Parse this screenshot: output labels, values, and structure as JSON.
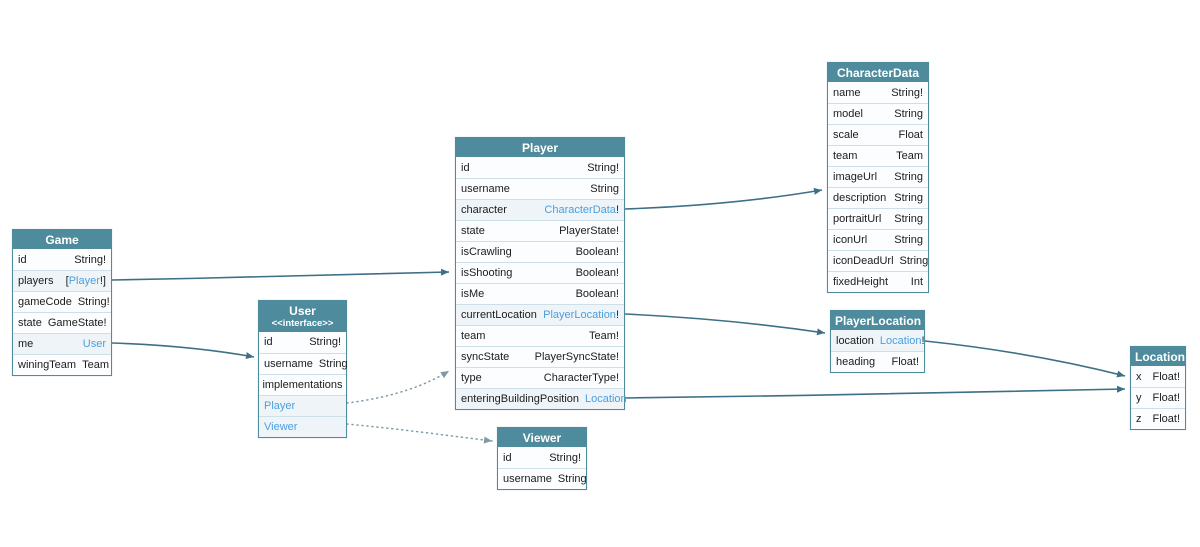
{
  "diagram": {
    "kind": "graphql-schema-diagram",
    "colors": {
      "header_teal": "#4e8c9d",
      "link_blue": "#4aa0e0",
      "arrow_solid": "#3d7086",
      "arrow_dotted": "#7d9aa6",
      "row_background": "#fbfdfe",
      "row_highlight": "#eef4f7",
      "row_divider": "#cddfe7"
    }
  },
  "tables": {
    "game": {
      "title": "Game",
      "subtitle": "",
      "rows": [
        {
          "name": "id",
          "type": [
            {
              "t": "String!"
            }
          ]
        },
        {
          "name": "players",
          "hl": true,
          "type": [
            {
              "t": "["
            },
            {
              "t": "Player",
              "link": true
            },
            {
              "t": "!]"
            }
          ]
        },
        {
          "name": "gameCode",
          "type": [
            {
              "t": "String!"
            }
          ]
        },
        {
          "name": "state",
          "type": [
            {
              "t": "GameState!"
            }
          ]
        },
        {
          "name": "me",
          "hl": true,
          "type": [
            {
              "t": "User",
              "link": true
            }
          ]
        },
        {
          "name": "winingTeam",
          "type": [
            {
              "t": "Team"
            }
          ]
        }
      ]
    },
    "user": {
      "title": "User",
      "subtitle": "<<interface>>",
      "rows": [
        {
          "name": "id",
          "type": [
            {
              "t": "String!"
            }
          ]
        },
        {
          "name": "username",
          "type": [
            {
              "t": "String"
            }
          ]
        },
        {
          "name": "implementations",
          "center": true,
          "type": []
        },
        {
          "name": "Player",
          "nameLink": true,
          "hl": true,
          "type": []
        },
        {
          "name": "Viewer",
          "nameLink": true,
          "hl": true,
          "type": []
        }
      ]
    },
    "player": {
      "title": "Player",
      "subtitle": "",
      "rows": [
        {
          "name": "id",
          "type": [
            {
              "t": "String!"
            }
          ]
        },
        {
          "name": "username",
          "type": [
            {
              "t": "String"
            }
          ]
        },
        {
          "name": "character",
          "hl": true,
          "type": [
            {
              "t": "CharacterData",
              "link": true
            },
            {
              "t": "!"
            }
          ]
        },
        {
          "name": "state",
          "type": [
            {
              "t": "PlayerState!"
            }
          ]
        },
        {
          "name": "isCrawling",
          "type": [
            {
              "t": "Boolean!"
            }
          ]
        },
        {
          "name": "isShooting",
          "type": [
            {
              "t": "Boolean!"
            }
          ]
        },
        {
          "name": "isMe",
          "type": [
            {
              "t": "Boolean!"
            }
          ]
        },
        {
          "name": "currentLocation",
          "hl": true,
          "type": [
            {
              "t": "PlayerLocation",
              "link": true
            },
            {
              "t": "!"
            }
          ]
        },
        {
          "name": "team",
          "type": [
            {
              "t": "Team!"
            }
          ]
        },
        {
          "name": "syncState",
          "type": [
            {
              "t": "PlayerSyncState!"
            }
          ]
        },
        {
          "name": "type",
          "type": [
            {
              "t": "CharacterType!"
            }
          ]
        },
        {
          "name": "enteringBuildingPosition",
          "hl": true,
          "type": [
            {
              "t": "Location",
              "link": true
            }
          ]
        }
      ]
    },
    "characterData": {
      "title": "CharacterData",
      "subtitle": "",
      "rows": [
        {
          "name": "name",
          "type": [
            {
              "t": "String!"
            }
          ]
        },
        {
          "name": "model",
          "type": [
            {
              "t": "String"
            }
          ]
        },
        {
          "name": "scale",
          "type": [
            {
              "t": "Float"
            }
          ]
        },
        {
          "name": "team",
          "type": [
            {
              "t": "Team"
            }
          ]
        },
        {
          "name": "imageUrl",
          "type": [
            {
              "t": "String"
            }
          ]
        },
        {
          "name": "description",
          "type": [
            {
              "t": "String"
            }
          ]
        },
        {
          "name": "portraitUrl",
          "type": [
            {
              "t": "String"
            }
          ]
        },
        {
          "name": "iconUrl",
          "type": [
            {
              "t": "String"
            }
          ]
        },
        {
          "name": "iconDeadUrl",
          "type": [
            {
              "t": "String"
            }
          ]
        },
        {
          "name": "fixedHeight",
          "type": [
            {
              "t": "Int"
            }
          ]
        }
      ]
    },
    "playerLocation": {
      "title": "PlayerLocation",
      "subtitle": "",
      "rows": [
        {
          "name": "location",
          "hl": true,
          "type": [
            {
              "t": "Location",
              "link": true
            },
            {
              "t": "!"
            }
          ]
        },
        {
          "name": "heading",
          "type": [
            {
              "t": "Float!"
            }
          ]
        }
      ]
    },
    "location": {
      "title": "Location",
      "subtitle": "",
      "rows": [
        {
          "name": "x",
          "type": [
            {
              "t": "Float!"
            }
          ]
        },
        {
          "name": "y",
          "type": [
            {
              "t": "Float!"
            }
          ]
        },
        {
          "name": "z",
          "type": [
            {
              "t": "Float!"
            }
          ]
        }
      ]
    },
    "viewer": {
      "title": "Viewer",
      "subtitle": "",
      "rows": [
        {
          "name": "id",
          "type": [
            {
              "t": "String!"
            }
          ]
        },
        {
          "name": "username",
          "type": [
            {
              "t": "String"
            }
          ]
        }
      ]
    }
  },
  "edges": [
    {
      "from": "Game.players",
      "to": "Player",
      "style": "solid"
    },
    {
      "from": "Game.me",
      "to": "User",
      "style": "solid"
    },
    {
      "from": "User.Player",
      "to": "Player",
      "style": "dotted"
    },
    {
      "from": "User.Viewer",
      "to": "Viewer",
      "style": "dotted"
    },
    {
      "from": "Player.character",
      "to": "CharacterData",
      "style": "solid"
    },
    {
      "from": "Player.currentLocation",
      "to": "PlayerLocation",
      "style": "solid"
    },
    {
      "from": "Player.enteringBuildingPosition",
      "to": "Location",
      "style": "solid"
    },
    {
      "from": "PlayerLocation.location",
      "to": "Location",
      "style": "solid"
    }
  ]
}
